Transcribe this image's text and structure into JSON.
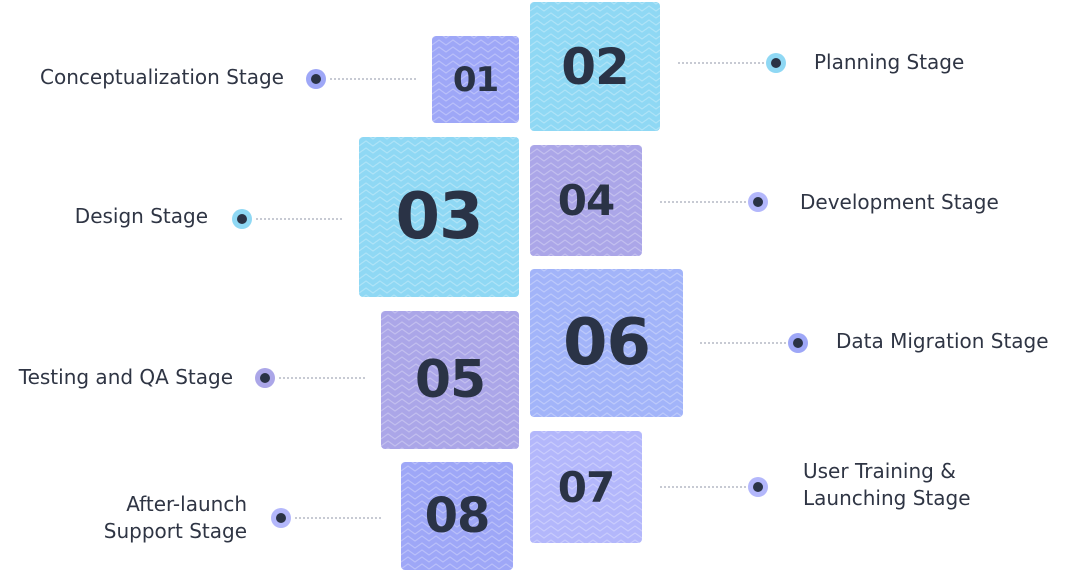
{
  "colors": {
    "blue_violet": "#9ea7f7",
    "sky": "#8fd8f4",
    "lavender": "#aba6e8",
    "periwinkle": "#a2b4f9",
    "pale_violet": "#b3b7fb",
    "text": "#2f3544",
    "number": "#2a3346"
  },
  "stages": [
    {
      "num": "01",
      "label": "Conceptualization Stage",
      "color": "#9ea7f7",
      "dot": "#9ea7f7"
    },
    {
      "num": "02",
      "label": "Planning Stage",
      "color": "#8fd8f4",
      "dot": "#8fd8f4"
    },
    {
      "num": "03",
      "label": "Design Stage",
      "color": "#8fd8f4",
      "dot": "#8fd8f4"
    },
    {
      "num": "04",
      "label": "Development Stage",
      "color": "#aba6e8",
      "dot": "#b3b7fb"
    },
    {
      "num": "05",
      "label": "Testing and QA Stage",
      "color": "#aba6e8",
      "dot": "#aba6e8"
    },
    {
      "num": "06",
      "label": "Data Migration Stage",
      "color": "#a2b4f9",
      "dot": "#9ea7f7"
    },
    {
      "num": "07",
      "label_line1": "User Training &",
      "label_line2": "Launching Stage",
      "color": "#b3b7fb",
      "dot": "#b3b7fb"
    },
    {
      "num": "08",
      "label_line1": "After-launch",
      "label_line2": "Support Stage",
      "color": "#9ea7f7",
      "dot": "#b3b7fb"
    }
  ]
}
